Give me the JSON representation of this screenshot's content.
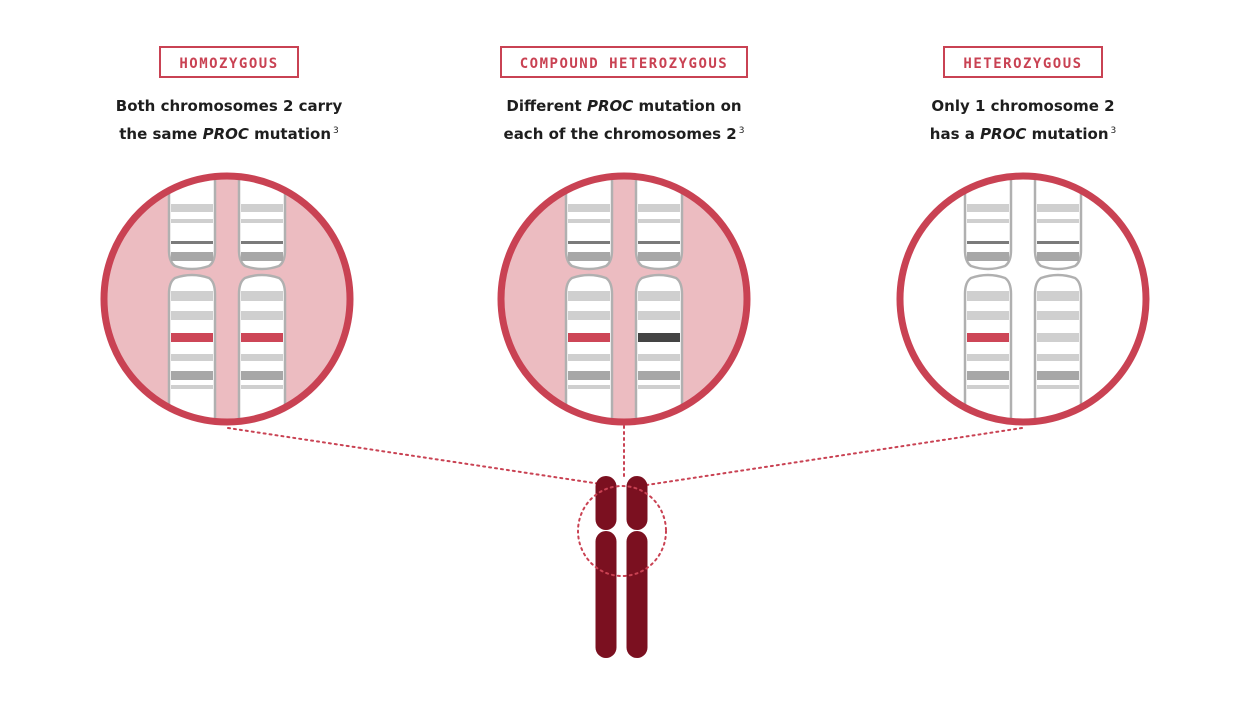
{
  "panels": [
    {
      "id": "homozygous",
      "label": "HOMOZYGOUS",
      "line1": "Both chromosomes 2 carry",
      "line2_pre": "the same ",
      "line2_gene": "PROC",
      "line2_post": " mutation",
      "footnote": "3",
      "highlight_background": true,
      "mutation_band_colors": [
        "#cd4657",
        "#cd4657"
      ]
    },
    {
      "id": "compound-heterozygous",
      "label": "COMPOUND HETEROZYGOUS",
      "line1_pre": "Different ",
      "line1_gene": "PROC",
      "line1_post": " mutation on",
      "line2": "each of the chromosomes 2",
      "footnote": "3",
      "highlight_background": true,
      "mutation_band_colors": [
        "#cd4657",
        "#444444"
      ]
    },
    {
      "id": "heterozygous",
      "label": "HETEROZYGOUS",
      "line1": "Only 1 chromosome 2",
      "line2_pre": "has a ",
      "line2_gene": "PROC",
      "line2_post": " mutation",
      "footnote": "3",
      "highlight_background": false,
      "mutation_band_colors": [
        "#cd4657",
        "#cfcfcf"
      ]
    }
  ],
  "colors": {
    "accent": "#c94253",
    "zoom_fill": "#ecbcc1",
    "chromosome_dark": "#7b1020",
    "band_light": "#cfcfcf",
    "band_mid": "#a7a7a7",
    "outline": "#b0b0b0"
  }
}
